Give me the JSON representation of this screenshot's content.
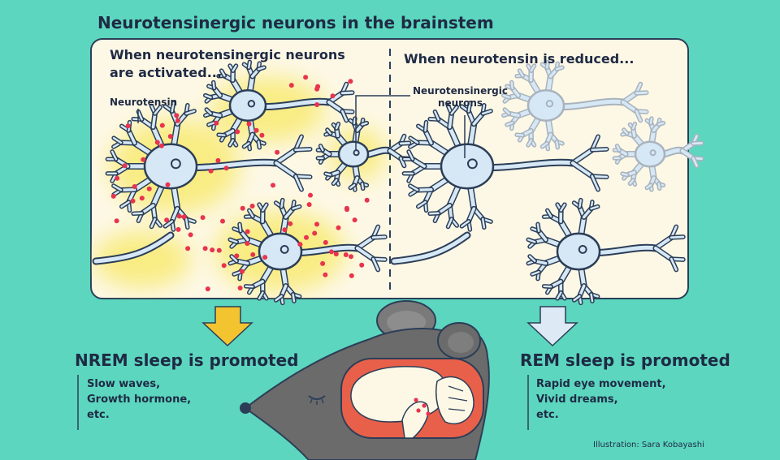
{
  "title": "Neurotensinergic neurons in the brainstem",
  "left_panel": {
    "heading_line1": "When neurotensinergic neurons",
    "heading_line2": "are activated...",
    "label": "Neurotensin"
  },
  "right_panel": {
    "heading": "When neurotensin is reduced...",
    "label_line1": "Neurotensinergic",
    "label_line2": "neurons"
  },
  "nrem": {
    "heading": "NREM sleep is promoted",
    "details": [
      "Slow waves,",
      "Growth hormone,",
      "etc."
    ]
  },
  "rem": {
    "heading": "REM sleep is promoted",
    "details": [
      "Rapid eye movement,",
      "Vivid dreams,",
      "etc."
    ]
  },
  "credit": "Illustration: Sara Kobayashi",
  "colors": {
    "background": "#5cd6bf",
    "panel": "#fdf8e6",
    "neuron_fill": "#d6e8f6",
    "neuron_outline": "#2c3e57",
    "neurotensin_dot": "#e8344e",
    "glow": "#f8ea72",
    "nrem_arrow": "#f4c430",
    "rem_arrow": "#ddeaf6",
    "mouse": "#6b6b6b"
  }
}
